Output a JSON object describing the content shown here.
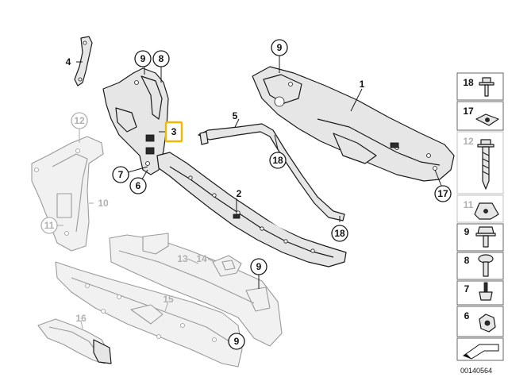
{
  "diagram_number": "00140564",
  "highlighted_label": "3",
  "callouts": {
    "c1": "1",
    "c2": "2",
    "c3": "3",
    "c4": "4",
    "c5": "5",
    "c6": "6",
    "c7": "7",
    "c8": "8",
    "c9a": "9",
    "c9b": "9",
    "c9c": "9",
    "c9d": "9",
    "c10": "10",
    "c11": "11",
    "c12": "12",
    "c13": "13",
    "c14": "14",
    "c15": "15",
    "c16": "16",
    "c17": "17",
    "c18a": "18",
    "c18b": "18"
  },
  "legend": [
    {
      "label": "18",
      "icon": "bolt-washer-icon",
      "muted": false
    },
    {
      "label": "17",
      "icon": "clip-nut-icon",
      "muted": false
    },
    {
      "label": "12",
      "icon": "long-screw-icon",
      "muted": true
    },
    {
      "label": "11",
      "icon": "spring-nut-icon",
      "muted": true
    },
    {
      "label": "9",
      "icon": "hex-bolt-icon",
      "muted": false
    },
    {
      "label": "8",
      "icon": "torx-bolt-icon",
      "muted": false
    },
    {
      "label": "7",
      "icon": "stud-bolt-icon",
      "muted": false
    },
    {
      "label": "6",
      "icon": "hex-nut-icon",
      "muted": false
    },
    {
      "label": "",
      "icon": "kit-arrow-icon",
      "muted": false
    }
  ]
}
